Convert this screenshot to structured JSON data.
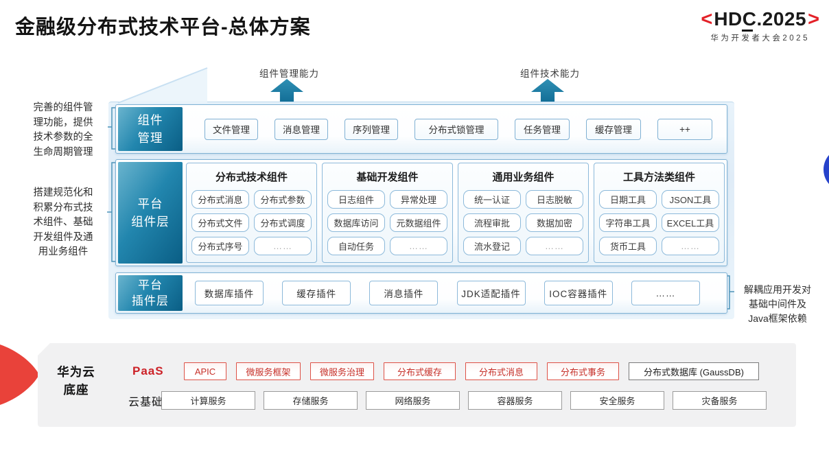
{
  "title": "金融级分布式技术平台-总体方案",
  "logo": {
    "open": "<",
    "name": "HDC.2025",
    "close": ">",
    "subtitle": "华为开发者大会2025"
  },
  "capability_arrows": [
    {
      "label": "组件管理能力"
    },
    {
      "label": "组件技术能力"
    }
  ],
  "left_notes": [
    {
      "text": "完善的组件管\n理功能，提供\n技术参数的全\n生命周期管理"
    },
    {
      "text": "搭建规范化和\n积累分布式技\n术组件、基础\n开发组件及通\n用业务组件"
    }
  ],
  "right_note": {
    "text": "解耦应用开发对\n基础中间件及\nJava框架依赖"
  },
  "layers": {
    "management": {
      "label": "组件\n管理",
      "items": [
        "文件管理",
        "消息管理",
        "序列管理",
        "分布式锁管理",
        "任务管理",
        "缓存管理",
        "++"
      ]
    },
    "components": {
      "label": "平台\n组件层",
      "columns": [
        {
          "title": "分布式技术组件",
          "items": [
            "分布式消息",
            "分布式参数",
            "分布式文件",
            "分布式调度",
            "分布式序号",
            "……"
          ]
        },
        {
          "title": "基础开发组件",
          "items": [
            "日志组件",
            "异常处理",
            "数据库访问",
            "元数据组件",
            "自动任务",
            "……"
          ]
        },
        {
          "title": "通用业务组件",
          "items": [
            "统一认证",
            "日志脱敏",
            "流程审批",
            "数据加密",
            "流水登记",
            "……"
          ]
        },
        {
          "title": "工具方法类组件",
          "items": [
            "日期工具",
            "JSON工具",
            "字符串工具",
            "EXCEL工具",
            "货币工具",
            "……"
          ]
        }
      ]
    },
    "plugins": {
      "label": "平台\n插件层",
      "items": [
        "数据库插件",
        "缓存插件",
        "消息插件",
        "JDK适配插件",
        "IOC容器插件",
        "……"
      ]
    }
  },
  "foundation": {
    "label": "华为云\n底座",
    "paas_label": "PaaS",
    "paas_items": [
      "APIC",
      "微服务框架",
      "微服务治理",
      "分布式缓存",
      "分布式消息",
      "分布式事务"
    ],
    "paas_db": "分布式数据库 (GaussDB)",
    "cloud_label": "云基础服务",
    "cloud_items": [
      "计算服务",
      "存储服务",
      "网络服务",
      "容器服务",
      "安全服务",
      "灾备服务"
    ]
  },
  "colors": {
    "layer_label_teal": "#0a5e85",
    "arrow_teal": "#0f6a93",
    "brand_red": "#e32128",
    "paas_red": "#cc2127",
    "foundation_gray": "#f1f1f2",
    "blue_dot": "#2743cb"
  }
}
